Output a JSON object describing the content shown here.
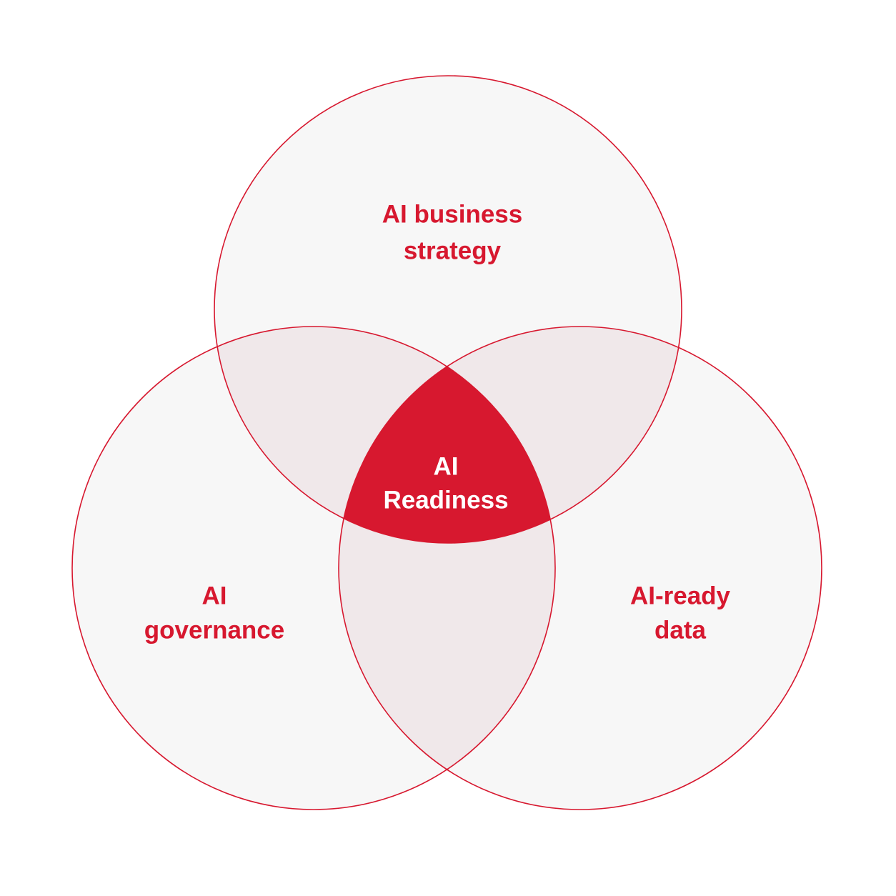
{
  "diagram": {
    "circles": [
      {
        "id": "top",
        "label_lines": [
          "AI business",
          "strategy"
        ]
      },
      {
        "id": "left",
        "label_lines": [
          "AI",
          "governance"
        ]
      },
      {
        "id": "right",
        "label_lines": [
          "AI-ready",
          "data"
        ]
      }
    ],
    "center": {
      "label_lines": [
        "AI",
        "Readiness"
      ]
    },
    "colors": {
      "accent": "#D7182F",
      "circle_fill": "#F7F7F7",
      "pair_overlap_fill": "#F0E8EA",
      "center_text": "#FFFFFF",
      "background": "#FFFFFF"
    }
  }
}
